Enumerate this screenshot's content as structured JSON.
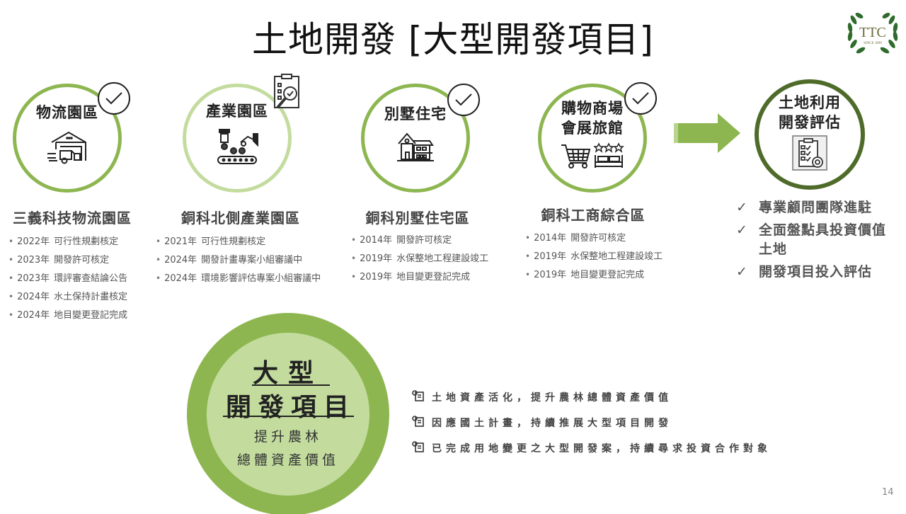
{
  "page": {
    "title": "土地開發 [大型開發項目]",
    "page_number": "14",
    "logo": {
      "text": "TTC",
      "subtext": "SINCE 1899",
      "icon": "laurel-wreath-icon"
    }
  },
  "colors": {
    "green_ring": "#8db650",
    "light_green_ring": "#c3dc9e",
    "dark_green_ring": "#4e6b2a",
    "arrow_green": "#8db650",
    "text_gray": "#555555"
  },
  "categories": [
    {
      "label": "物流園區",
      "icon": "warehouse-truck-icon",
      "status_icon": "check-circle-icon",
      "project_name": "三義科技物流園區",
      "milestones": [
        {
          "year": "2022年",
          "text": "可行性規劃核定"
        },
        {
          "year": "2023年",
          "text": "開發許可核定"
        },
        {
          "year": "2023年",
          "text": "環評審查結論公告"
        },
        {
          "year": "2024年",
          "text": "水土保持計畫核定"
        },
        {
          "year": "2024年",
          "text": "地目變更登記完成"
        }
      ]
    },
    {
      "label": "產業園區",
      "icon": "factory-robot-conveyor-icon",
      "status_icon": "clipboard-review-icon",
      "project_name": "銅科北側產業園區",
      "milestones": [
        {
          "year": "2021年",
          "text": "可行性規劃核定"
        },
        {
          "year": "2024年",
          "text": "開發計畫專案小組審議中"
        },
        {
          "year": "2024年",
          "text": "環境影響評估專案小組審議中"
        }
      ]
    },
    {
      "label": "別墅住宅",
      "icon": "house-icon",
      "status_icon": "check-circle-icon",
      "project_name": "銅科別墅住宅區",
      "milestones": [
        {
          "year": "2014年",
          "text": "開發許可核定"
        },
        {
          "year": "2019年",
          "text": "水保整地工程建設竣工"
        },
        {
          "year": "2019年",
          "text": "地目變更登記完成"
        }
      ]
    },
    {
      "label_line1": "購物商場",
      "label_line2": "會展旅館",
      "icon": "shopping-cart-hotel-bed-icon",
      "status_icon": "check-circle-icon",
      "project_name": "銅科工商綜合區",
      "milestones": [
        {
          "year": "2014年",
          "text": "開發許可核定"
        },
        {
          "year": "2019年",
          "text": "水保整地工程建設竣工"
        },
        {
          "year": "2019年",
          "text": "地目變更登記完成"
        }
      ]
    }
  ],
  "evaluation": {
    "label_line1": "土地利用",
    "label_line2": "開發評估",
    "icon": "checklist-gear-icon",
    "points": [
      "專業顧問團隊進駐",
      "全面盤點具投資價值土地",
      "開發項目投入評估"
    ]
  },
  "summary": {
    "line1": "大型",
    "line2": "開發項目",
    "line3": "提升農林",
    "line4": "總體資產價值",
    "notes": [
      "土地資產活化，提升農林總體資產價值",
      "因應國土計畫，持續推展大型項目開發",
      "已完成用地變更之大型開發案，持續尋求投資合作對象"
    ]
  }
}
